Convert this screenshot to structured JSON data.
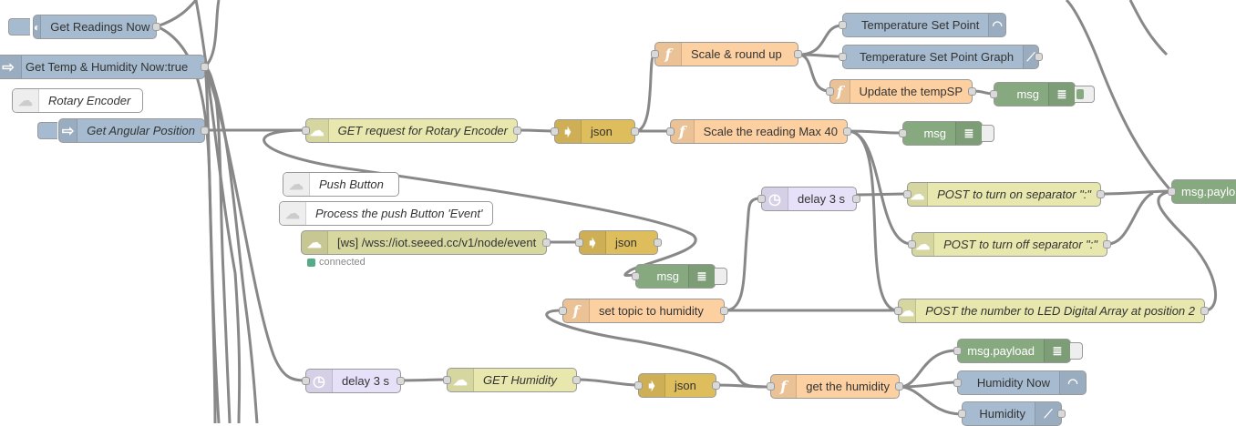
{
  "nodes": {
    "get_readings_now": "Get Readings Now",
    "get_temp_humidity_now": "Get Temp & Humidity Now:true",
    "rotary_encoder_comment": "Rotary Encoder",
    "get_angular_position": "Get Angular Position",
    "get_request_rotary": "GET request for Rotary Encoder",
    "json_1": "json",
    "scale_round_up": "Scale & round up",
    "temp_set_point": "Temperature Set Point",
    "temp_set_point_graph": "Temperature Set Point Graph",
    "update_tempsp": "Update the tempSP",
    "msg_1": "msg",
    "scale_reading": "Scale the reading Max 40",
    "msg_2": "msg",
    "push_button_comment": "Push Button",
    "process_push_comment": "Process the push Button 'Event'",
    "ws_node": "[ws] /wss://iot.seeed.cc/v1/node/event",
    "ws_status": "connected",
    "json_2": "json",
    "msg_3": "msg",
    "delay_1": "delay 3 s",
    "post_turn_on": "POST to turn on separator \":\"",
    "post_turn_off": "POST to turn off separator \":\"",
    "msg_payload_right": "msg.paylo",
    "set_topic_humidity": "set topic to humidity",
    "post_number_led": "POST the number to LED Digital Array at position 2",
    "delay_2": "delay 3 s",
    "get_humidity": "GET Humidity",
    "json_3": "json",
    "get_the_humidity": "get the humidity",
    "msg_payload": "msg.payload",
    "humidity_now": "Humidity Now",
    "humidity": "Humidity"
  },
  "colors": {
    "inject": "#a6bbcf",
    "function": "#fdd0a2",
    "json": "#debd5c",
    "http": "#e7e7ae",
    "delay": "#e6e0f8",
    "debug": "#87a980",
    "wire": "#888888"
  },
  "icons": [
    "toggle-icon",
    "arrow-in-icon",
    "comment-icon",
    "function-icon",
    "json-icon",
    "globe-icon",
    "gauge-icon",
    "chart-icon",
    "list-icon",
    "clock-icon"
  ]
}
